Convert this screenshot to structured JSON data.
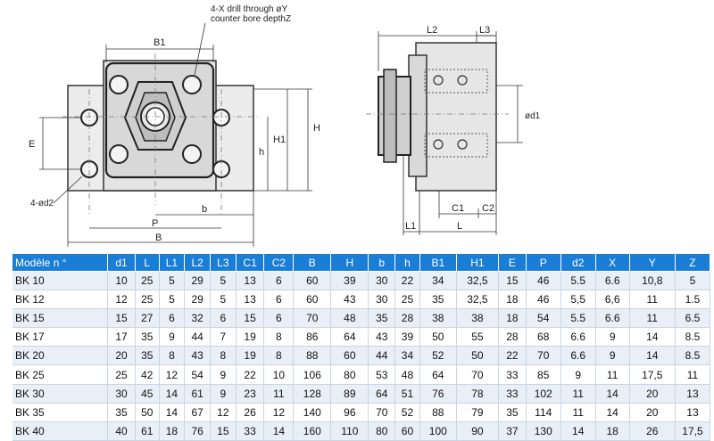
{
  "drawing": {
    "note_line1": "4-X drill through øY",
    "note_line2": "counter bore depthZ",
    "labels": {
      "B1": "B1",
      "E": "E",
      "h": "h",
      "H1": "H1",
      "H": "H",
      "d2": "4-ød2",
      "b": "b",
      "P": "P",
      "B": "B",
      "L2": "L2",
      "L3": "L3",
      "d1": "ød1",
      "C1": "C1",
      "C2": "C2",
      "L1": "L1",
      "L": "L"
    }
  },
  "table": {
    "headers": [
      "Modèle n °",
      "d1",
      "L",
      "L1",
      "L2",
      "L3",
      "C1",
      "C2",
      "B",
      "H",
      "b",
      "h",
      "B1",
      "H1",
      "E",
      "P",
      "d2",
      "X",
      "Y",
      "Z"
    ],
    "rows": [
      [
        "BK 10",
        "10",
        "25",
        "5",
        "29",
        "5",
        "13",
        "6",
        "60",
        "39",
        "30",
        "22",
        "34",
        "32,5",
        "15",
        "46",
        "5.5",
        "6.6",
        "10,8",
        "5"
      ],
      [
        "BK 12",
        "12",
        "25",
        "5",
        "29",
        "5",
        "13",
        "6",
        "60",
        "43",
        "30",
        "25",
        "35",
        "32,5",
        "18",
        "46",
        "5,5",
        "6,6",
        "11",
        "1.5"
      ],
      [
        "BK 15",
        "15",
        "27",
        "6",
        "32",
        "6",
        "15",
        "6",
        "70",
        "48",
        "35",
        "28",
        "38",
        "38",
        "18",
        "54",
        "5.5",
        "6.6",
        "11",
        "6.5"
      ],
      [
        "BK 17",
        "17",
        "35",
        "9",
        "44",
        "7",
        "19",
        "8",
        "86",
        "64",
        "43",
        "39",
        "50",
        "55",
        "28",
        "68",
        "6.6",
        "9",
        "14",
        "8.5"
      ],
      [
        "BK 20",
        "20",
        "35",
        "8",
        "43",
        "8",
        "19",
        "8",
        "88",
        "60",
        "44",
        "34",
        "52",
        "50",
        "22",
        "70",
        "6.6",
        "9",
        "14",
        "8.5"
      ],
      [
        "BK 25",
        "25",
        "42",
        "12",
        "54",
        "9",
        "22",
        "10",
        "106",
        "80",
        "53",
        "48",
        "64",
        "70",
        "33",
        "85",
        "9",
        "11",
        "17,5",
        "11"
      ],
      [
        "BK 30",
        "30",
        "45",
        "14",
        "61",
        "9",
        "23",
        "11",
        "128",
        "89",
        "64",
        "51",
        "76",
        "78",
        "33",
        "102",
        "11",
        "14",
        "20",
        "13"
      ],
      [
        "BK 35",
        "35",
        "50",
        "14",
        "67",
        "12",
        "26",
        "12",
        "140",
        "96",
        "70",
        "52",
        "88",
        "79",
        "35",
        "114",
        "11",
        "14",
        "20",
        "13"
      ],
      [
        "BK 40",
        "40",
        "61",
        "18",
        "76",
        "15",
        "33",
        "14",
        "160",
        "110",
        "80",
        "60",
        "100",
        "90",
        "37",
        "130",
        "14",
        "18",
        "26",
        "17,5"
      ]
    ]
  }
}
